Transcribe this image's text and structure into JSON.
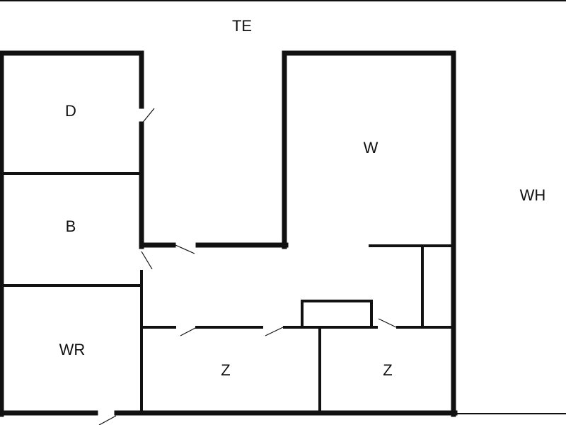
{
  "floorplan": {
    "rooms": {
      "te": "TE",
      "wh": "WH",
      "d": "D",
      "b": "B",
      "w": "W",
      "wr": "WR",
      "z_left": "Z",
      "z_right": "Z"
    },
    "colors": {
      "wall": "#111111",
      "background": "#ffffff"
    }
  }
}
